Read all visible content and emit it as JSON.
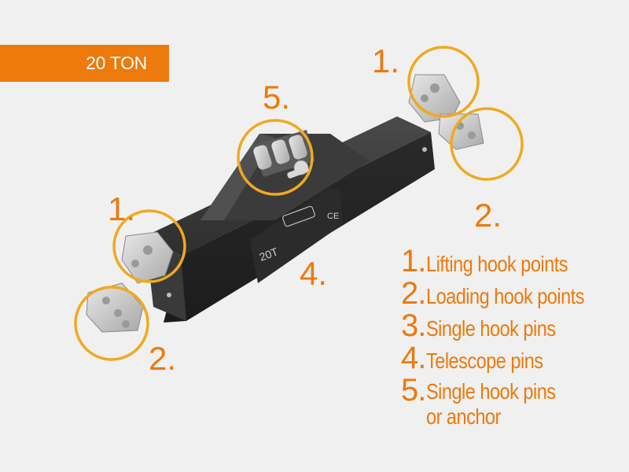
{
  "badge": {
    "text": "20 TON"
  },
  "callouts": {
    "c1_top_right": "1.",
    "c5_top": "5.",
    "c2_right": "2.",
    "c1_left": "1.",
    "c4_center": "4.",
    "c2_bottom_left": "2."
  },
  "beam_marking": "20T",
  "legend": {
    "items": [
      {
        "num": "1.",
        "label": "Lifting hook points"
      },
      {
        "num": "2.",
        "label": "Loading hook points"
      },
      {
        "num": "3.",
        "label": "Single hook pins"
      },
      {
        "num": "4.",
        "label": "Telescope pins"
      },
      {
        "num": "5.",
        "label_line1": "Single hook pins",
        "label_line2": "or anchor"
      }
    ]
  },
  "colors": {
    "accent": "#ec7a0c",
    "highlight_circle": "#f0a91e",
    "beam_dark": "#2a2a2a",
    "background": "#f0f0f0"
  }
}
